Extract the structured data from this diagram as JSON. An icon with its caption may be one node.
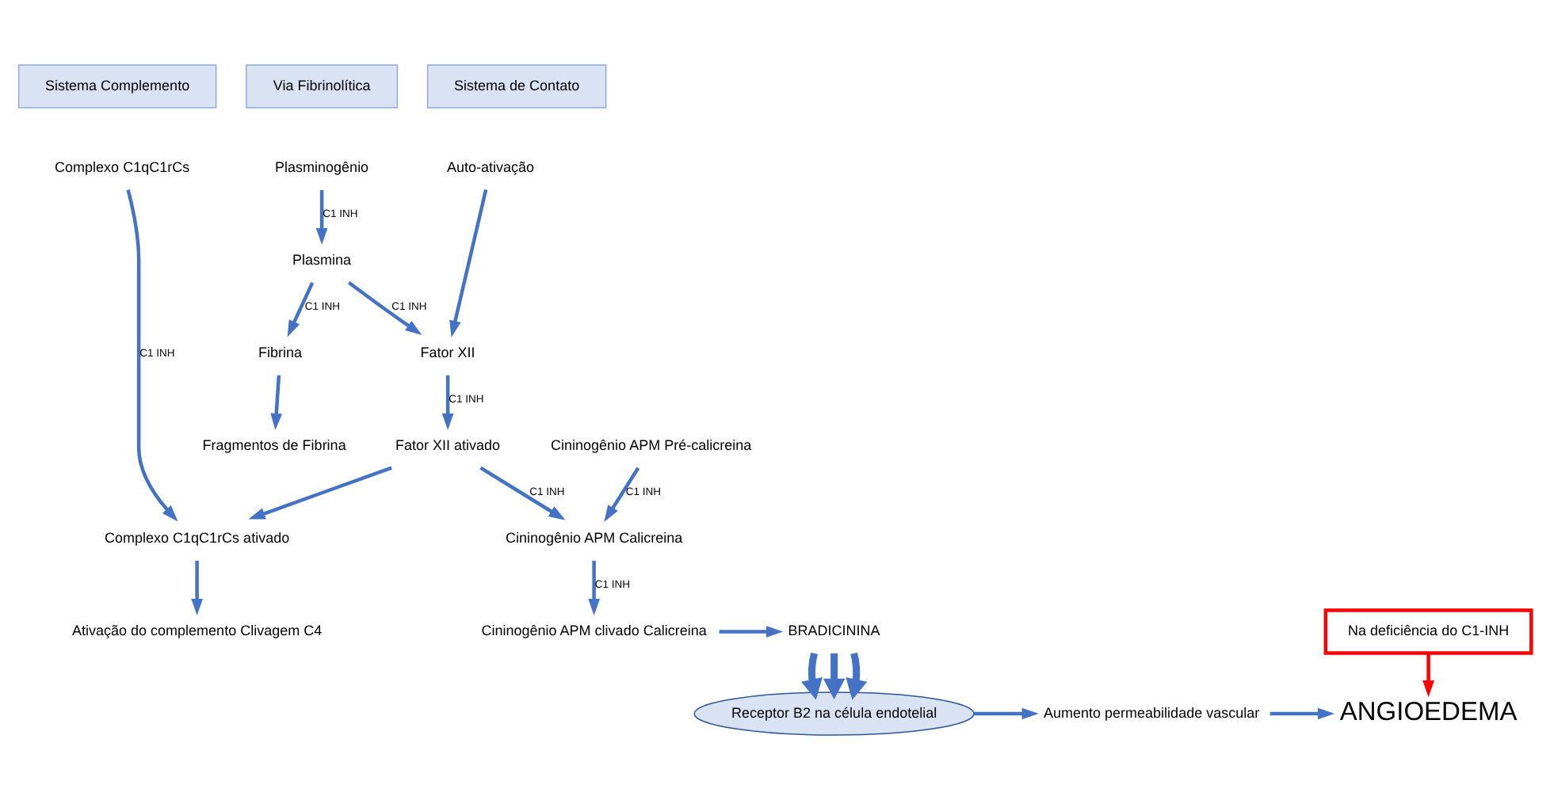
{
  "diagram": {
    "nodes": [
      {
        "text": [
          "Via Fibrinolítica"
        ]
      },
      {
        "text": [
          "Sistema de Contato"
        ]
      },
      {
        "text": [
          "Sistema Complemento"
        ]
      },
      {
        "text": [
          "Plasminogênio"
        ]
      },
      {
        "text": [
          "Plasmina"
        ]
      },
      {
        "text": [
          "Fibrina"
        ]
      },
      {
        "text": [
          "Fragmentos de Fibrina"
        ]
      },
      {
        "text": [
          "Auto-ativação"
        ]
      },
      {
        "text": [
          "Fator XII"
        ]
      },
      {
        "text": [
          "Fator XII ativado"
        ]
      },
      {
        "text": [
          "Cininogênio APM Pré-calicreina"
        ]
      },
      {
        "text": [
          "Complexo C1qC1rCs"
        ]
      },
      {
        "text": [
          "Complexo C1qC1rCs ativado"
        ]
      },
      {
        "text": [
          "Ativação do complemento Clivagem C4"
        ]
      },
      {
        "text": [
          "Cininogênio APM Calicreina"
        ]
      },
      {
        "text": [
          "BRADICININA"
        ]
      },
      {
        "text": [
          "Cininogênio APM clivado Calicreina"
        ]
      },
      {
        "text": [
          "Receptor B2 na célula endotelial"
        ]
      },
      {
        "text": [
          "Aumento permeabilidade vascular"
        ]
      },
      {
        "text": [
          "Na deficiência do C1-INH"
        ]
      },
      {
        "text": [
          "ANGIOEDEMA"
        ]
      }
    ],
    "edges": [
      {
        "from": 3,
        "to": 4,
        "arrow": "to",
        "label": "C1 INH"
      },
      {
        "from": 4,
        "to": 5,
        "arrow": "to",
        "label": "C1 INH"
      },
      {
        "from": 5,
        "to": 6,
        "arrow": "to"
      },
      {
        "from": 4,
        "to": 8,
        "arrow": "to",
        "label": "C1 INH"
      },
      {
        "from": 7,
        "to": 8,
        "arrow": "to"
      },
      {
        "from": 8,
        "to": 9,
        "arrow": "to",
        "label": "C1 INH"
      },
      {
        "from": 9,
        "to": 12,
        "arrow": "to"
      },
      {
        "from": 9,
        "to": 14,
        "arrow": "to",
        "label": "C1 INH"
      },
      {
        "from": 10,
        "to": 14,
        "arrow": "to",
        "label": "C1 INH"
      },
      {
        "from": 11,
        "to": 12,
        "arrow": "to",
        "label": "C1 INH"
      },
      {
        "from": 12,
        "to": 13,
        "arrow": "to"
      },
      {
        "from": 14,
        "to": 16,
        "arrow": "to",
        "label": "C1 INH"
      },
      {
        "from": 16,
        "to": 15,
        "arrow": "to"
      },
      {
        "from": 15,
        "to": 17,
        "arrow": "to",
        "style": "thick"
      },
      {
        "from": 15,
        "to": 17,
        "arrow": "to",
        "style": "thick"
      },
      {
        "from": 15,
        "to": 17,
        "arrow": "to",
        "style": "thick"
      },
      {
        "from": 17,
        "to": 18,
        "arrow": "to"
      },
      {
        "from": 18,
        "to": 20,
        "arrow": "to"
      },
      {
        "from": 19,
        "to": 20,
        "arrow": "to",
        "color": "#ff0000"
      }
    ]
  }
}
